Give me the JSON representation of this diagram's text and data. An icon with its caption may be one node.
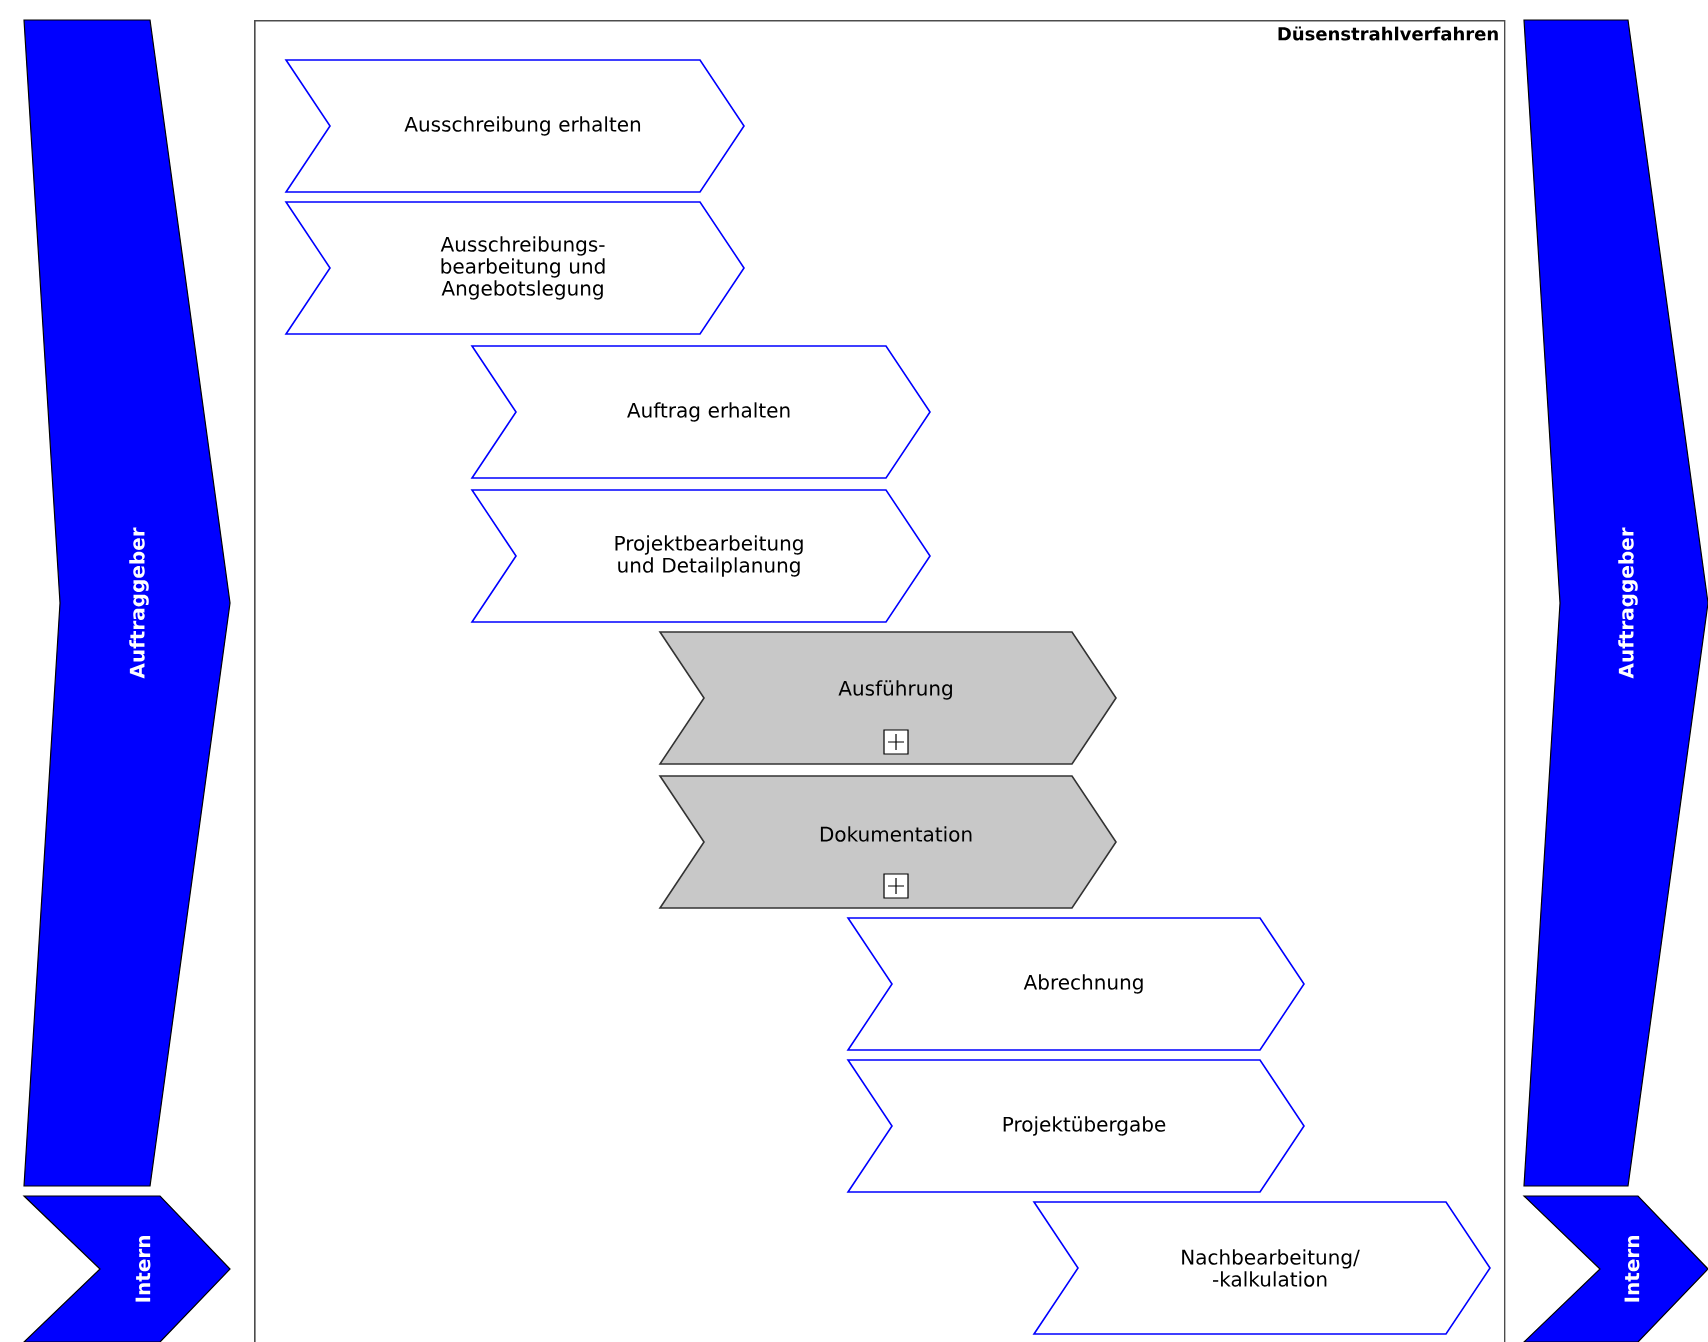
{
  "diagram": {
    "nodes": [
      {
        "text": [
          "Auftraggeber"
        ]
      },
      {
        "text": [
          "Intern"
        ]
      },
      {
        "text": [
          "Düsenstrahlverfahren"
        ]
      },
      {
        "text": [
          "Ausschreibung erhalten"
        ],
        "in": 2
      },
      {
        "text": [
          "Ausschreibungs- bearbeitung und Angebotslegung"
        ],
        "in": 2
      },
      {
        "text": [
          "Auftrag erhalten"
        ],
        "in": 2
      },
      {
        "text": [
          "Projektbearbeitung und Detailplanung"
        ],
        "in": 2
      },
      {
        "text": [
          "Ausführung"
        ],
        "in": 2
      },
      {
        "text": [
          "Dokumentation"
        ],
        "in": 2
      },
      {
        "text": [
          "Abrechnung"
        ],
        "in": 2
      },
      {
        "text": [
          "Projektübergabe"
        ],
        "in": 2
      },
      {
        "text": [
          "Nachbearbeitung/ -kalkulation"
        ],
        "in": 2
      },
      {
        "text": [
          "Auftraggeber"
        ]
      },
      {
        "text": [
          "Intern"
        ]
      }
    ],
    "edges": []
  }
}
